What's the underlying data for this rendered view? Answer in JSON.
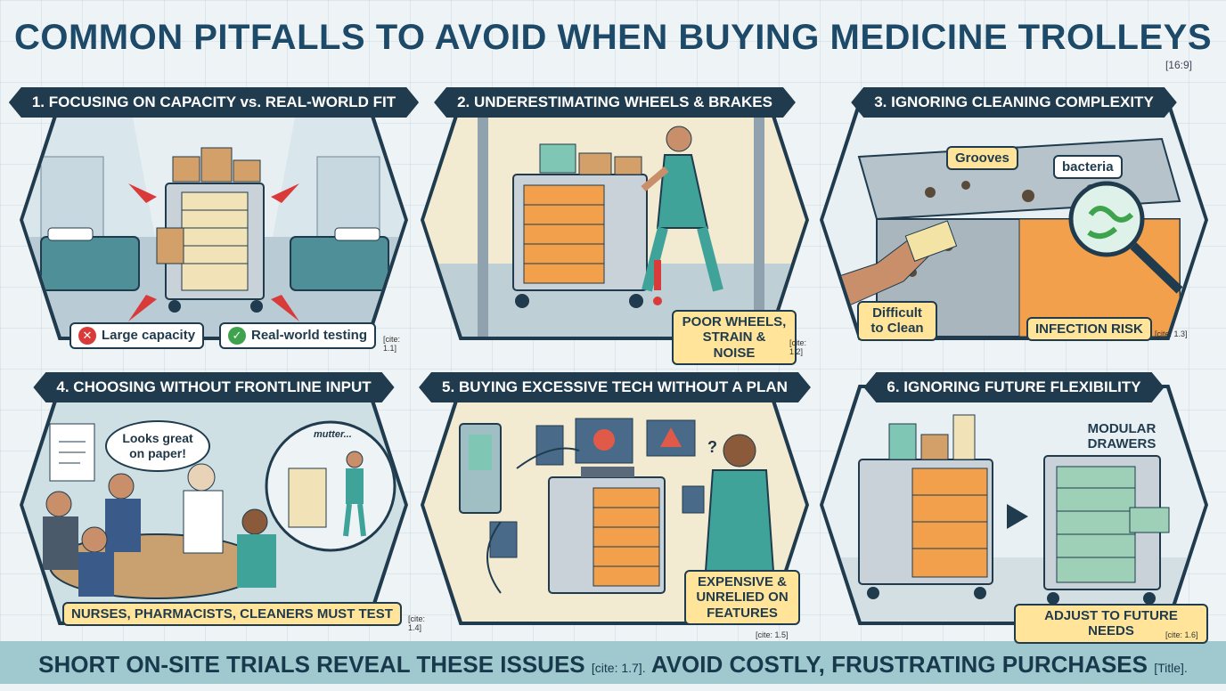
{
  "title": "COMMON PITFALLS TO AVOID WHEN BUYING MEDICINE TROLLEYS",
  "aspect_note": "[16:9]",
  "panels": [
    {
      "title": "1. FOCUSING ON CAPACITY vs. REAL-WORLD FIT",
      "labels": {
        "bad": "Large capacity",
        "good": "Real-world testing"
      },
      "cite": "[cite: 1.1]"
    },
    {
      "title": "2. UNDERESTIMATING WHEELS & BRAKES",
      "labels": {
        "main": "POOR WHEELS, STRAIN & NOISE"
      },
      "cite": "[cite: 1.2]"
    },
    {
      "title": "3. IGNORING CLEANING COMPLEXITY",
      "labels": {
        "grooves": "Grooves",
        "bacteria": "bacteria",
        "difficult": "Difficult to Clean",
        "infection": "INFECTION RISK"
      },
      "cite": "[cite: 1.3]"
    },
    {
      "title": "4. CHOOSING WITHOUT FRONTLINE INPUT",
      "labels": {
        "bubble": "Looks great on paper!",
        "mutter": "mutter...",
        "main": "NURSES, PHARMACISTS, CLEANERS MUST TEST"
      },
      "cite": "[cite: 1.4]"
    },
    {
      "title": "5. BUYING EXCESSIVE TECH WITHOUT A PLAN",
      "labels": {
        "question": "?",
        "main": "EXPENSIVE & UNRELIED ON FEATURES"
      },
      "cite": "[cite: 1.5]"
    },
    {
      "title": "6. IGNORING FUTURE FLEXIBILITY",
      "labels": {
        "modular": "MODULAR DRAWERS",
        "main": "ADJUST TO FUTURE NEEDS"
      },
      "cite": "[cite: 1.6]"
    }
  ],
  "footer": {
    "part1": "SHORT ON-SITE TRIALS REVEAL THESE ISSUES",
    "cite1": "[cite: 1.7].",
    "part2": "AVOID COSTLY, FRUSTRATING PURCHASES",
    "cite2": "[Title]."
  },
  "colors": {
    "navy": "#1f3b4d",
    "label_yellow": "#ffe49a",
    "footer_teal": "#9fc8cf",
    "bad_red": "#d93a3a",
    "good_green": "#3fa34d"
  },
  "icons": [
    "x-circle-icon",
    "check-circle-icon",
    "arrow-right-icon",
    "magnifier-icon",
    "bacteria-icon",
    "clipboard-icon"
  ]
}
